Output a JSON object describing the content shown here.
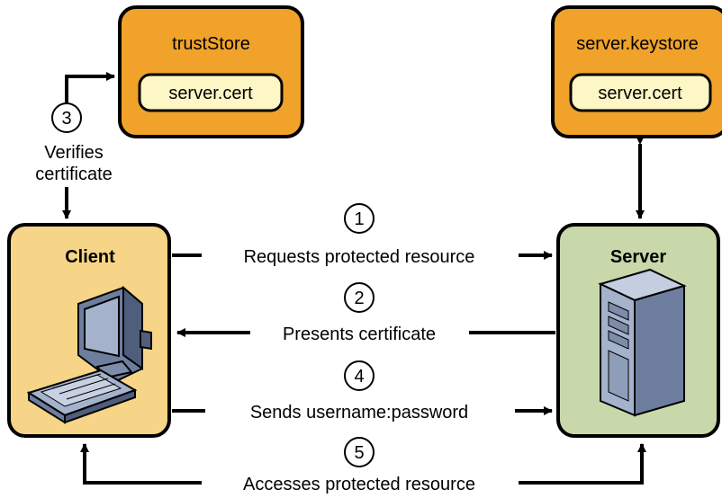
{
  "nodes": {
    "trust_store": {
      "title": "trustStore",
      "cert": "server.cert"
    },
    "server_keystore": {
      "title": "server.keystore",
      "cert": "server.cert"
    },
    "client": {
      "title": "Client"
    },
    "server": {
      "title": "Server"
    }
  },
  "steps": {
    "step1": {
      "number": "1",
      "label": "Requests protected resource"
    },
    "step2": {
      "number": "2",
      "label": "Presents certificate"
    },
    "step3": {
      "number": "3",
      "label_line1": "Verifies",
      "label_line2": "certificate"
    },
    "step4": {
      "number": "4",
      "label": "Sends username:password"
    },
    "step5": {
      "number": "5",
      "label": "Accesses protected resource"
    }
  },
  "colors": {
    "store_fill": "#F0A22A",
    "cert_fill": "#FDF6C5",
    "client_fill": "#F6D488",
    "server_fill": "#C8D8AA",
    "tower_fill": "#8E9DB8",
    "monitor_fill": "#A4B2CC"
  }
}
